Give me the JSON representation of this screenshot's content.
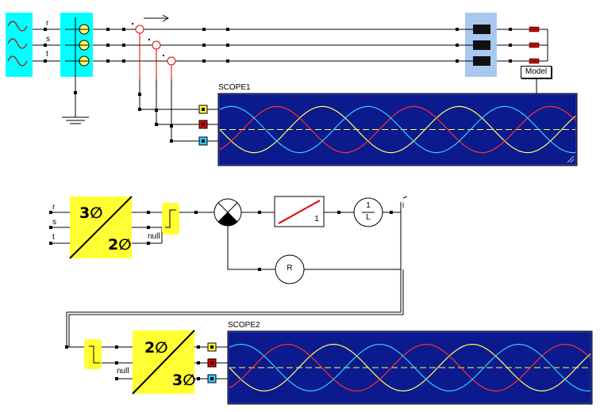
{
  "scope1": {
    "title": "SCOPE1"
  },
  "scope2": {
    "title": "SCOPE2"
  },
  "model_button": {
    "label": "Model"
  },
  "phases": {
    "r": "r",
    "s": "s",
    "t": "t"
  },
  "converter1": {
    "top": "3∅",
    "bottom": "2∅",
    "null_label": "null"
  },
  "converter2": {
    "top": "2∅",
    "bottom": "3∅",
    "null_label": "null"
  },
  "integrator": {
    "gain": "1"
  },
  "inductance": {
    "num": "1",
    "den": "L"
  },
  "resistor": {
    "label": "R"
  },
  "current": {
    "label": "i"
  },
  "colors": {
    "source_bg": "#00ffff",
    "load_bg": "#a8c8f0",
    "scope_bg": "#0b1a8c",
    "converter_bg": "#ffff33",
    "wave_yellow": "#ffff66",
    "wave_red": "#ff3030",
    "wave_cyan": "#33ccff"
  }
}
